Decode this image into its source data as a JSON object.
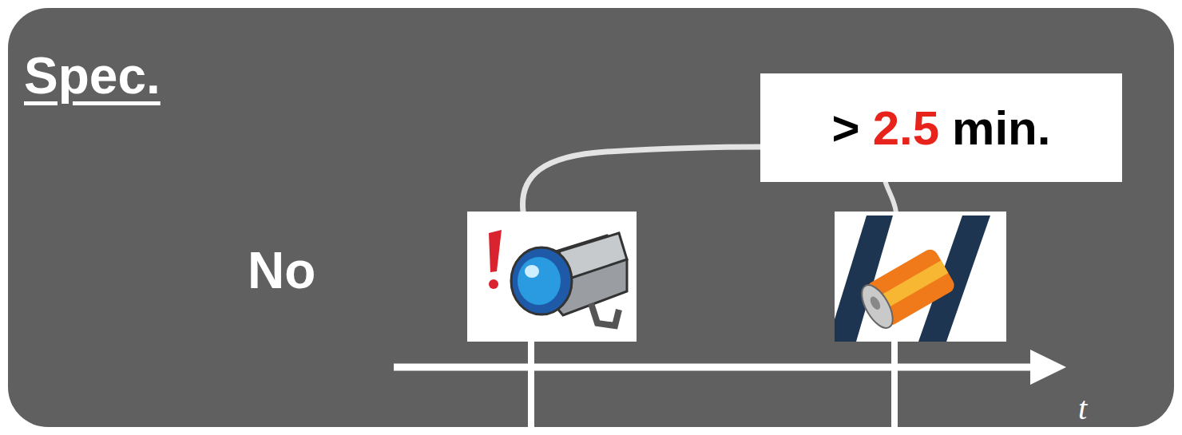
{
  "diagram": {
    "title": "Spec.",
    "nodes": [
      {
        "text": [
          ">",
          "2.5",
          "min."
        ]
      }
    ],
    "labels": [
      "No",
      "t"
    ]
  }
}
